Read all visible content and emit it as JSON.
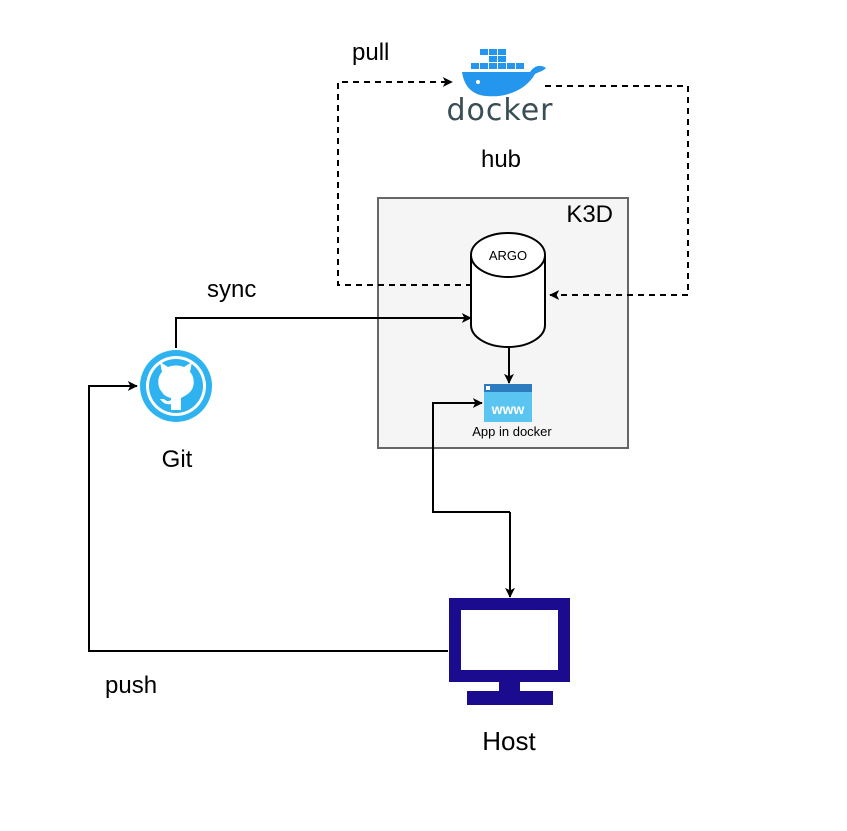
{
  "labels": {
    "pull": "pull",
    "docker_logo_text": "docker",
    "hub": "hub",
    "k3d": "K3D",
    "argo": "ARGO",
    "sync": "sync",
    "git": "Git",
    "www": "www",
    "app_in_docker": "App in docker",
    "push": "push",
    "host": "Host"
  },
  "colors": {
    "docker_blue": "#2496ED",
    "docker_text": "#394D54",
    "github_blue": "#2EB3F0",
    "monitor_navy": "#1A0B8F",
    "web_icon_blue": "#2D7CC0",
    "web_icon_light": "#59C5F0",
    "k3d_fill": "#F5F5F5",
    "k3d_border": "#666666",
    "line": "#000000"
  },
  "icons": {
    "docker": "docker-whale-icon",
    "git": "github-octocat-icon",
    "app": "web-browser-icon",
    "host": "monitor-icon"
  }
}
